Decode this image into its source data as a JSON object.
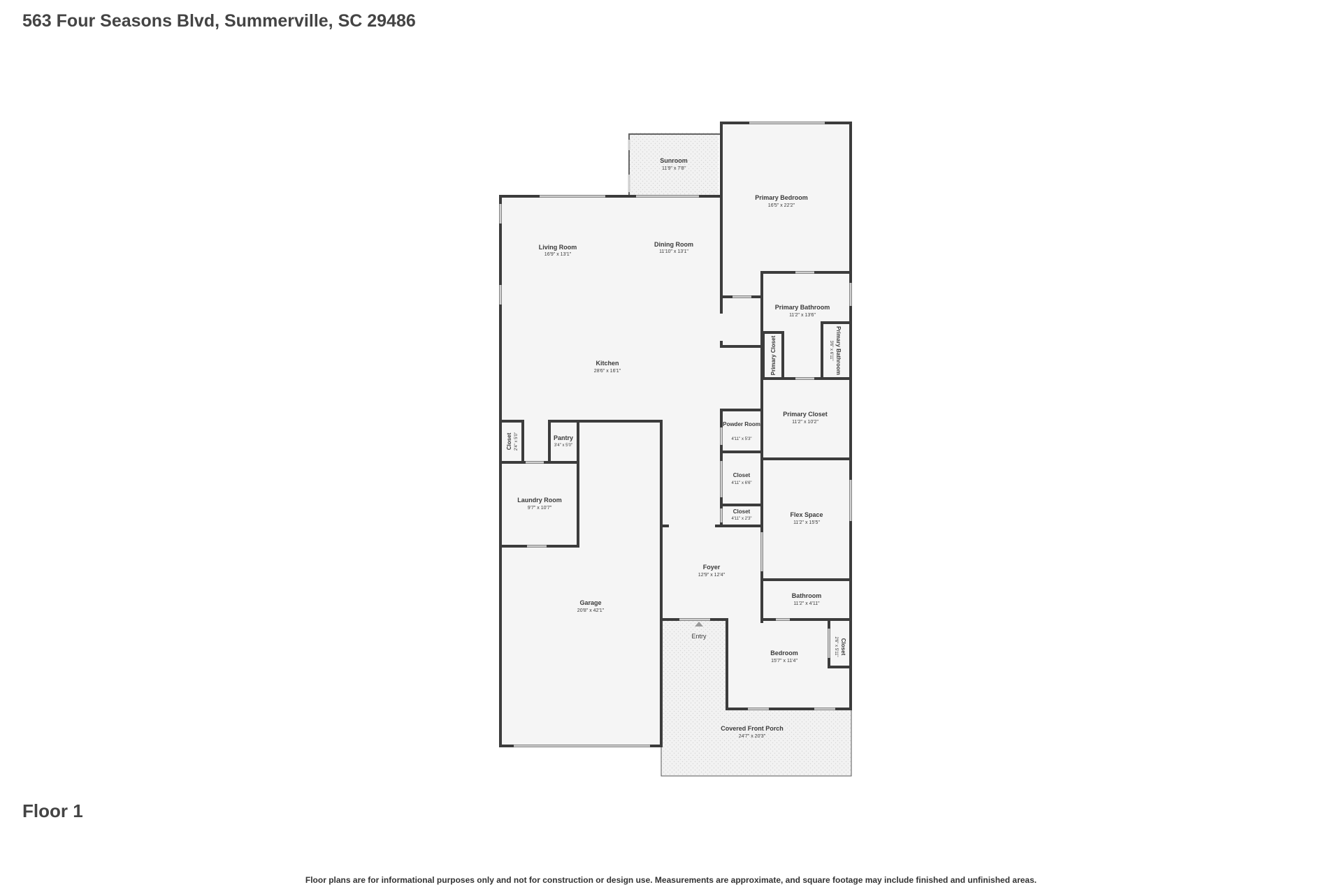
{
  "header": {
    "address": "563 Four Seasons Blvd, Summerville, SC 29486"
  },
  "floor": {
    "label": "Floor 1"
  },
  "footer": {
    "disclaimer": "Floor plans are for informational purposes only and not for construction or design use. Measurements are approximate, and square footage may include finished and unfinished areas."
  },
  "colors": {
    "wall": "#3c3c3c",
    "floor_fill": "#f5f5f5",
    "outdoor_fill": "#f0f0f0",
    "window": "#cfcfcf"
  },
  "rooms": {
    "sunroom": {
      "name": "Sunroom",
      "dims": "11'9\" x 7'8\""
    },
    "primary_bedroom": {
      "name": "Primary Bedroom",
      "dims": "16'5\" x 22'2\""
    },
    "living_room": {
      "name": "Living Room",
      "dims": "16'9\" x 13'1\""
    },
    "dining_room": {
      "name": "Dining Room",
      "dims": "11'10\" x 13'1\""
    },
    "primary_bathroom": {
      "name": "Primary Bathroom",
      "dims": "11'2\" x 13'6\""
    },
    "primary_bathroom_small": {
      "name": "Primary Bathroom",
      "dims": "3'6\" x 6'11\""
    },
    "primary_closet_small": {
      "name": "Primary Closet",
      "dims": ""
    },
    "kitchen": {
      "name": "Kitchen",
      "dims": "28'6\" x 16'1\""
    },
    "primary_closet": {
      "name": "Primary Closet",
      "dims": "11'2\" x 10'2\""
    },
    "closet_kitchen": {
      "name": "Closet",
      "dims": "2'4\" x 5'0\""
    },
    "pantry": {
      "name": "Pantry",
      "dims": "3'4\" x 5'0\""
    },
    "powder_room": {
      "name": "Powder Room",
      "dims": "4'11\" x 5'3\""
    },
    "laundry_room": {
      "name": "Laundry Room",
      "dims": "9'7\" x 10'7\""
    },
    "closet_a": {
      "name": "Closet",
      "dims": "4'11\" x 6'6\""
    },
    "closet_b": {
      "name": "Closet",
      "dims": "4'11\" x 2'3\""
    },
    "flex_space": {
      "name": "Flex Space",
      "dims": "11'2\" x 15'5\""
    },
    "foyer": {
      "name": "Foyer",
      "dims": "12'9\" x 12'4\""
    },
    "bathroom": {
      "name": "Bathroom",
      "dims": "11'2\" x 4'11\""
    },
    "garage": {
      "name": "Garage",
      "dims": "20'8\" x 42'1\""
    },
    "entry": {
      "name": "Entry",
      "dims": ""
    },
    "bedroom": {
      "name": "Bedroom",
      "dims": "15'7\" x 11'4\""
    },
    "closet_bedroom": {
      "name": "Closet",
      "dims": "2'6\" x 5'11\""
    },
    "covered_front_porch": {
      "name": "Covered Front Porch",
      "dims": "24'7\" x 20'3\""
    }
  }
}
